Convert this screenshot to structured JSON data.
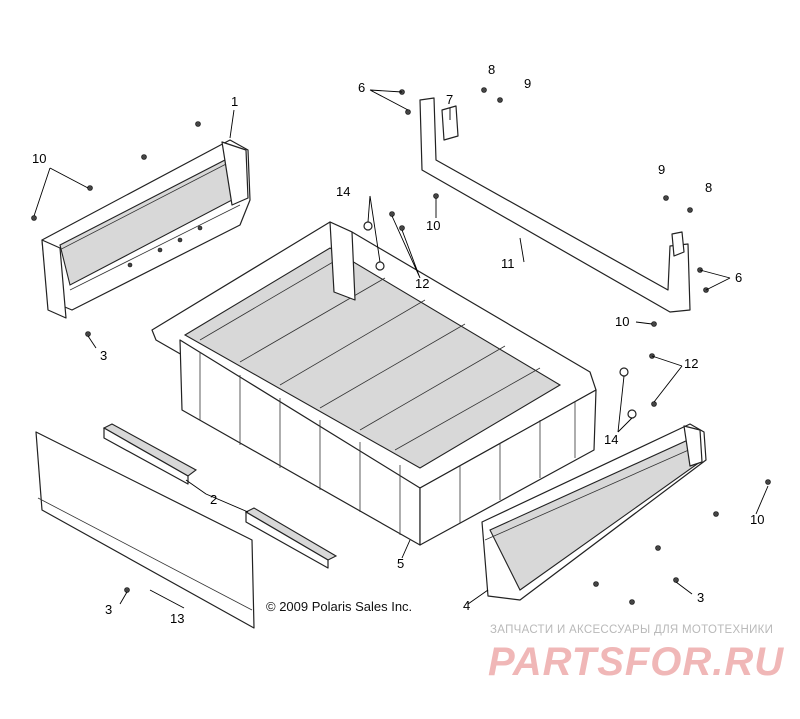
{
  "callouts": [
    {
      "id": "c1",
      "text": "1"
    },
    {
      "id": "c2",
      "text": "2"
    },
    {
      "id": "c3a",
      "text": "3"
    },
    {
      "id": "c3b",
      "text": "3"
    },
    {
      "id": "c3c",
      "text": "3"
    },
    {
      "id": "c4",
      "text": "4"
    },
    {
      "id": "c5",
      "text": "5"
    },
    {
      "id": "c6a",
      "text": "6"
    },
    {
      "id": "c6b",
      "text": "6"
    },
    {
      "id": "c7",
      "text": "7"
    },
    {
      "id": "c8a",
      "text": "8"
    },
    {
      "id": "c8b",
      "text": "8"
    },
    {
      "id": "c9a",
      "text": "9"
    },
    {
      "id": "c9b",
      "text": "9"
    },
    {
      "id": "c10a",
      "text": "10"
    },
    {
      "id": "c10b",
      "text": "10"
    },
    {
      "id": "c10c",
      "text": "10"
    },
    {
      "id": "c10d",
      "text": "10"
    },
    {
      "id": "c11",
      "text": "11"
    },
    {
      "id": "c12a",
      "text": "12"
    },
    {
      "id": "c12b",
      "text": "12"
    },
    {
      "id": "c13",
      "text": "13"
    },
    {
      "id": "c14a",
      "text": "14"
    },
    {
      "id": "c14b",
      "text": "14"
    }
  ],
  "copyright": "© 2009 Polaris Sales Inc.",
  "watermark": {
    "caption": "ЗАПЧАСТИ И АКСЕССУАРЫ ДЛЯ МОТОТЕХНИКИ",
    "logo": "PARTSFOR.RU"
  }
}
